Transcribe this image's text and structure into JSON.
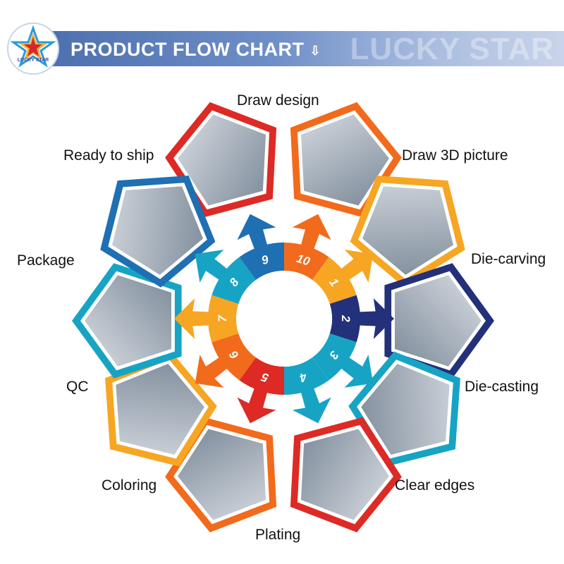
{
  "header": {
    "title": "PRODUCT FLOW CHART",
    "arrow": "⇩",
    "watermark": "LUCKY STAR",
    "logo_text": "LUCKY STAR"
  },
  "colors": {
    "red": "#dd2a25",
    "orange": "#f26a1b",
    "amber": "#f6a623",
    "navy": "#23307a",
    "teal": "#17a4c4",
    "blue": "#1f6fb3"
  },
  "steps": [
    {
      "number": "1",
      "label": "Draw design",
      "icon": "hex-frame-orange"
    },
    {
      "number": "2",
      "label": "Draw 3D picture",
      "icon": "hex-frame-amber"
    },
    {
      "number": "3",
      "label": "Die-carving",
      "icon": "hex-frame-navy"
    },
    {
      "number": "4",
      "label": "Die-casting",
      "icon": "hex-frame-teal"
    },
    {
      "number": "5",
      "label": "Clear edges",
      "icon": "hex-frame-red"
    },
    {
      "number": "6",
      "label": "Plating",
      "icon": "hex-frame-orange"
    },
    {
      "number": "7",
      "label": "Coloring",
      "icon": "hex-frame-amber"
    },
    {
      "number": "8",
      "label": "QC",
      "icon": "hex-frame-teal"
    },
    {
      "number": "9",
      "label": "Package",
      "icon": "hex-frame-blue"
    },
    {
      "number": "10",
      "label": "Ready to ship",
      "icon": "hex-frame-red"
    }
  ]
}
